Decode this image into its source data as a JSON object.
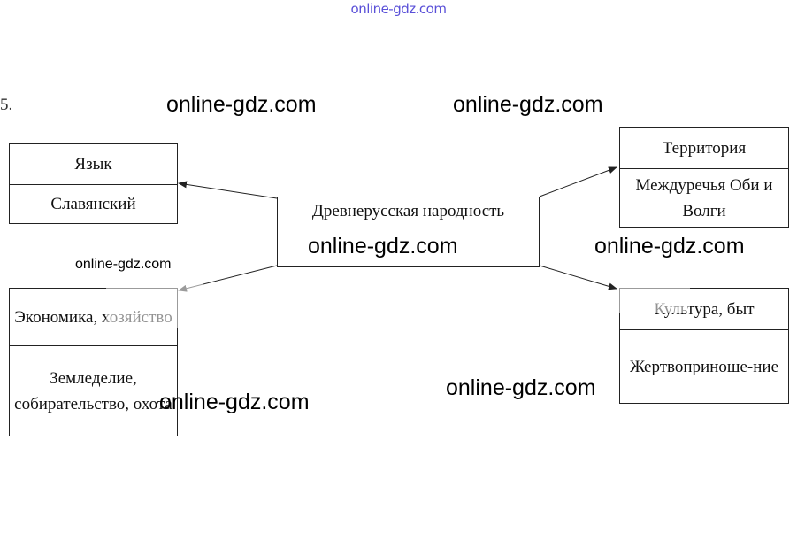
{
  "header": {
    "site": "online-gdz.com"
  },
  "task_number": "5.",
  "center": {
    "label": "Древнерусская народность"
  },
  "boxes": {
    "language": {
      "title": "Язык",
      "value": "Славянский"
    },
    "territory": {
      "title": "Территория",
      "value": "Междуречья Оби и Волги"
    },
    "economy": {
      "title": "Экономика, хозяйство",
      "value": "Земледелие, собирательство, охота"
    },
    "culture": {
      "title": "Культура, быт",
      "value": "Жертвоприноше-ние"
    }
  },
  "watermarks": [
    "online-gdz.com",
    "online-gdz.com",
    "online-gdz.com",
    "online-gdz.com",
    "online-gdz.com",
    "online-gdz.com",
    "online-gdz.com"
  ],
  "colors": {
    "line": "#222222",
    "header_link": "#5a50d8"
  }
}
